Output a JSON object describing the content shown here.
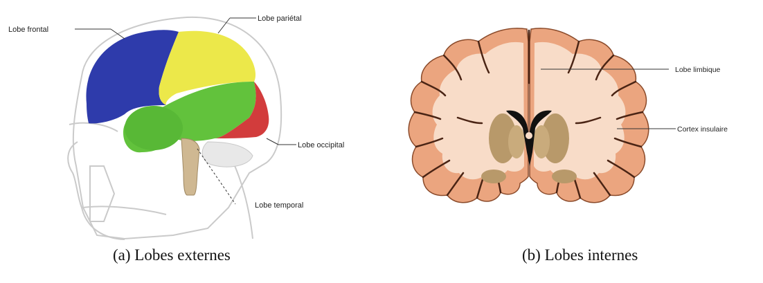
{
  "figure_a": {
    "labels": {
      "frontal": "Lobe frontal",
      "parietal": "Lobe pariétal",
      "occipital": "Lobe occipital",
      "temporal": "Lobe temporal"
    },
    "caption": "(a) Lobes externes",
    "colors": {
      "frontal": "#2e3bab",
      "parietal": "#ece84a",
      "temporal": "#62c23c",
      "occipital": "#d23c3c",
      "brainstem": "#cfb892",
      "skull": "#c9c9c9"
    }
  },
  "figure_b": {
    "labels": {
      "limbic": "Lobe limbique",
      "insular": "Cortex insulaire"
    },
    "caption": "(b) Lobes internes",
    "colors": {
      "cortex": "#eba57f",
      "white_matter": "#f8dcc8",
      "outline": "#8a4a2a",
      "nuclei": "#b8996a",
      "ventricle": "#111111"
    }
  }
}
